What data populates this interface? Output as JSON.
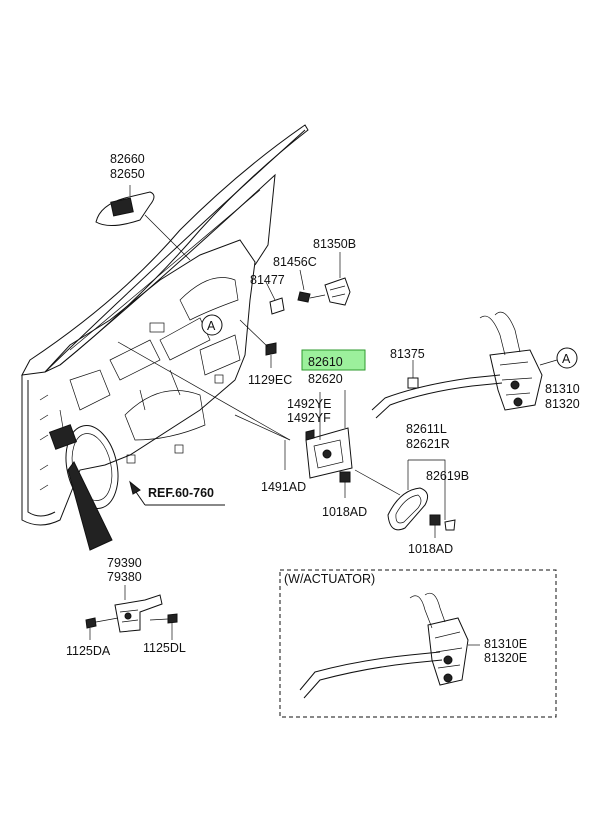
{
  "labels": {
    "p82660": "82660",
    "p82650": "82650",
    "p81456C": "81456C",
    "p81350B": "81350B",
    "p81477": "81477",
    "circleA1": "A",
    "p1129EC": "1129EC",
    "p82610": "82610",
    "p82620": "82620",
    "p81375": "81375",
    "circleA2": "A",
    "p81310": "81310",
    "p81320": "81320",
    "p1492YE": "1492YE",
    "p1492YF": "1492YF",
    "p82611L": "82611L",
    "p82621R": "82621R",
    "p82619B": "82619B",
    "p1491AD": "1491AD",
    "ref": "REF.60-760",
    "p1018AD_1": "1018AD",
    "p1018AD_2": "1018AD",
    "p79390": "79390",
    "p79380": "79380",
    "p1125DA": "1125DA",
    "p1125DL": "1125DL",
    "actuator_title": "(W/ACTUATOR)",
    "p81310E": "81310E",
    "p81320E": "81320E"
  },
  "colors": {
    "highlight_fill": "#9cf09c",
    "highlight_border": "#2e9a2e",
    "line": "#111111"
  }
}
